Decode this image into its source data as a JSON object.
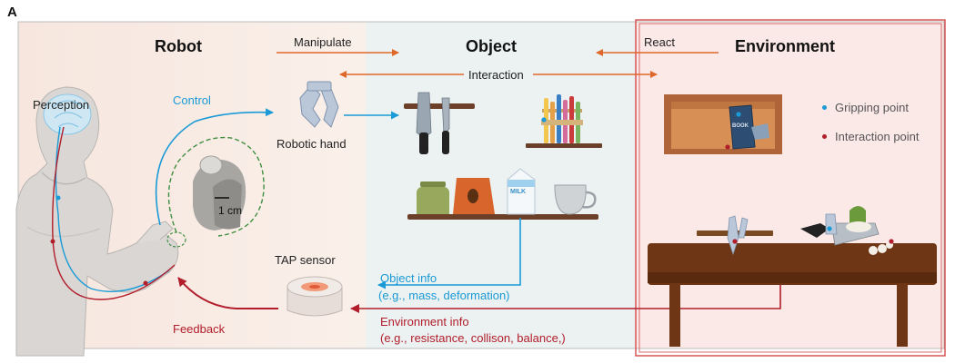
{
  "panel_label": "A",
  "sections": {
    "robot": "Robot",
    "object": "Object",
    "environment": "Environment"
  },
  "arrows": {
    "manipulate": "Manipulate",
    "react": "React",
    "interaction": "Interaction",
    "control": "Control",
    "feedback": "Feedback"
  },
  "labels": {
    "perception": "Perception",
    "robotic_hand": "Robotic hand",
    "scale_bar": "1 cm",
    "tap_sensor": "TAP sensor",
    "object_info_title": "Object info",
    "object_info_detail": "(e.g., mass, deformation)",
    "environment_info_title": "Environment info",
    "environment_info_detail": "(e.g., resistance, collison, balance,)",
    "carton_text": "MILK",
    "book_text": "BOOK"
  },
  "legend": {
    "gripping_point": "Gripping point",
    "interaction_point": "Interaction point"
  },
  "colors": {
    "robot_bg": "#f8ece6",
    "object_bg": "#ecf2f2",
    "environment_bg": "#fbe9e8",
    "arrow_orange": "#e0672a",
    "control_blue": "#1a9ad6",
    "feedback_red": "#b11d2a",
    "frame_red": "#d34a4a"
  }
}
